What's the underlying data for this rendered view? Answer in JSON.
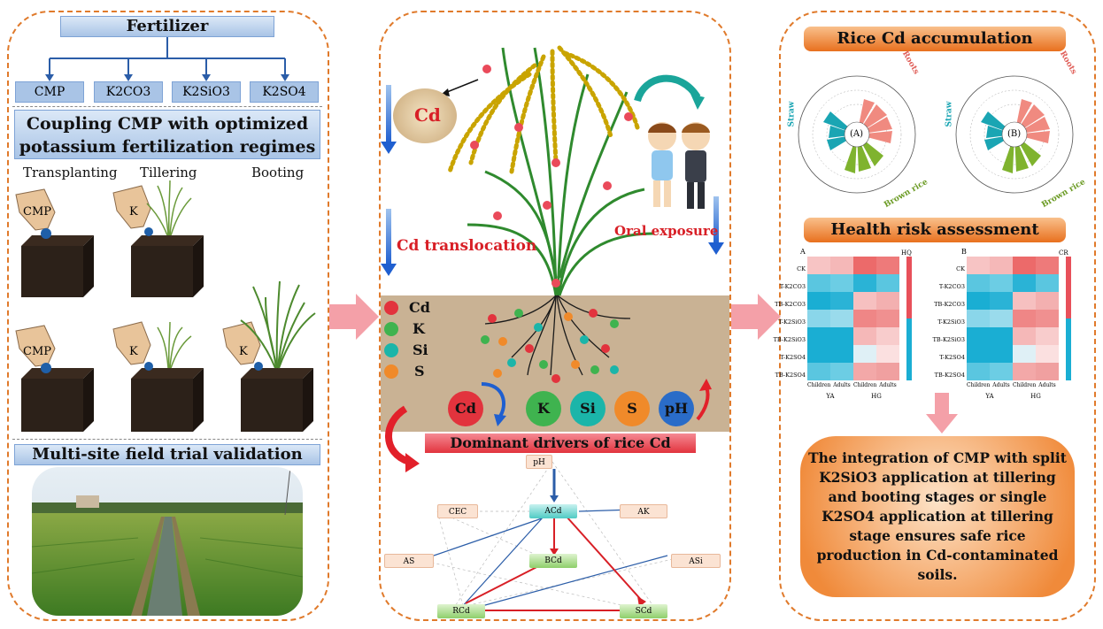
{
  "left": {
    "fertilizer_title": "Fertilizer",
    "fertilizers": [
      "CMP",
      "K2CO3",
      "K2SiO3",
      "K2SO4"
    ],
    "coupling_title_line1": "Coupling CMP with optimized",
    "coupling_title_line2": "potassium fertilization regimes",
    "stages": [
      "Transplanting",
      "Tillering",
      "Booting"
    ],
    "hand_labels": [
      "CMP",
      "K",
      "CMP",
      "K",
      "K"
    ],
    "field_title": "Multi-site field trial validation"
  },
  "middle": {
    "cd_grain_label": "Cd",
    "translocation_label": "Cd translocation",
    "oral_exposure_label": "Oral exposure",
    "legend": [
      {
        "label": "Cd",
        "color": "#e2333d"
      },
      {
        "label": "K",
        "color": "#3fb34f"
      },
      {
        "label": "Si",
        "color": "#1bb5a9"
      },
      {
        "label": "S",
        "color": "#f08a2a"
      }
    ],
    "drivers": [
      {
        "label": "Cd",
        "color": "#e2333d"
      },
      {
        "label": "K",
        "color": "#3fb34f"
      },
      {
        "label": "Si",
        "color": "#1bb5a9"
      },
      {
        "label": "S",
        "color": "#f08a2a"
      },
      {
        "label": "pH",
        "color": "#2a6cc8"
      }
    ],
    "drivers_title": "Dominant drivers of rice Cd",
    "path_nodes": [
      "pH",
      "CEC",
      "ACd",
      "AK",
      "AS",
      "BCd",
      "ASi",
      "RCd",
      "SCd"
    ]
  },
  "right": {
    "accumulation_title": "Rice Cd accumulation",
    "radar_labels": [
      "(A)",
      "(B)"
    ],
    "radar_axis_labels": [
      "Roots",
      "Straw",
      "Brown rice"
    ],
    "health_title": "Health risk assessment",
    "heatmaps": [
      {
        "panel": "A",
        "metric": "HQ",
        "groups": [
          "YA",
          "HG"
        ],
        "cols": [
          "Children",
          "Adults",
          "Children",
          "Adults"
        ]
      },
      {
        "panel": "B",
        "metric": "CR",
        "groups": [
          "YA",
          "HG"
        ],
        "cols": [
          "Children",
          "Adults",
          "Children",
          "Adults"
        ]
      }
    ],
    "heatmap_rows": [
      "CK",
      "T-K2CO3",
      "TB-K2CO3",
      "T-K2SiO3",
      "TB-K2SiO3",
      "T-K2SO4",
      "TB-K2SO4"
    ],
    "conclusion": "The integration of CMP with split K2SiO3 application at tillering and booting stages or single K2SO4 application at tillering stage ensures safe rice production in Cd-contaminated soils."
  },
  "colors": {
    "panel_border": "#e07a2b",
    "blue_header": "#a9c4e6",
    "orange_header": "#e8701e",
    "arrow_pink": "#f27c86",
    "soil": "#c9b294"
  }
}
